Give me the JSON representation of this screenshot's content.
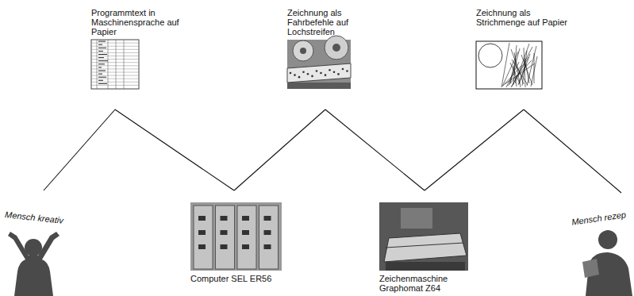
{
  "diagram": {
    "nodes": [
      {
        "text": [
          "Mensch kreativ"
        ]
      },
      {
        "text": [
          "Programmtext in Maschinensprache auf Papier"
        ]
      },
      {
        "text": [
          "Computer SEL ER56"
        ]
      },
      {
        "text": [
          "Zeichnung als Fahrbefehle auf Lochstreifen"
        ]
      },
      {
        "text": [
          "Zeichenmaschine Graphomat Z64"
        ]
      },
      {
        "text": [
          "Zeichnung als Strichmenge auf Papier"
        ]
      },
      {
        "text": [
          "Mensch rezep"
        ]
      }
    ],
    "edges": [
      {
        "from": 0,
        "to": 1,
        "arrow": "none"
      },
      {
        "from": 1,
        "to": 2,
        "arrow": "none"
      },
      {
        "from": 2,
        "to": 3,
        "arrow": "none"
      },
      {
        "from": 3,
        "to": 4,
        "arrow": "none"
      },
      {
        "from": 4,
        "to": 5,
        "arrow": "none"
      },
      {
        "from": 5,
        "to": 6,
        "arrow": "none"
      }
    ]
  }
}
